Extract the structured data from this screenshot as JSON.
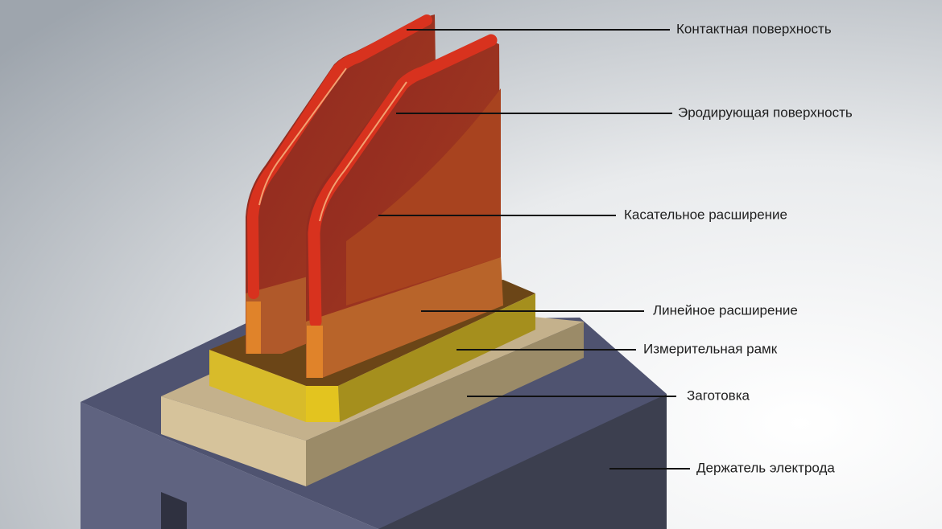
{
  "labels": {
    "contact_surface": "Контактная поверхность",
    "eroding_surface": "Эродирующая поверхность",
    "tangent_extension": "Касательное расширение",
    "linear_extension": "Линейное расширение",
    "measuring_frame": "Измерительная рамк",
    "workpiece": "Заготовка",
    "electrode_holder": "Держатель электрода"
  },
  "colors": {
    "electrode_body": "#a8431f",
    "electrode_rim": "#d8321e",
    "frame": "#d9bb25",
    "workpiece": "#c7b48f",
    "holder": "#4f5370"
  }
}
